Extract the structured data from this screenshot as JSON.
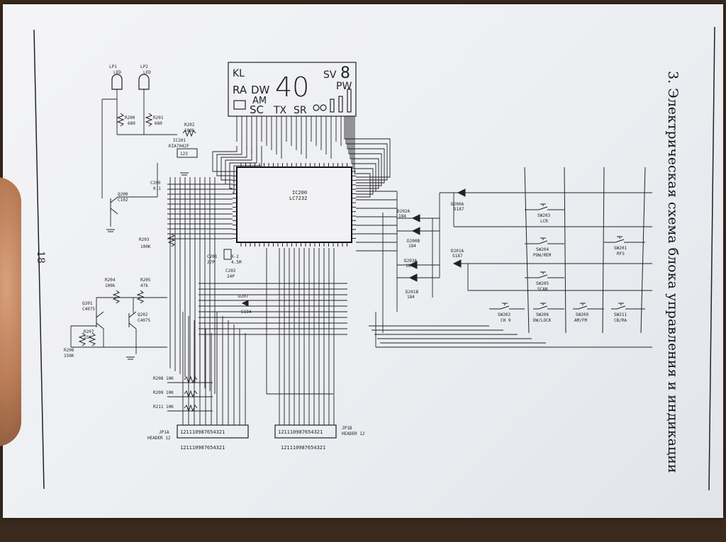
{
  "page": {
    "title": "3. Электрическая схема блока управления и индикации",
    "page_number": "18"
  },
  "lcd": {
    "kl": "KL",
    "ra": "RA",
    "dw": "DW",
    "am": "AM",
    "sc": "SC",
    "tx": "TX",
    "sr": "SR",
    "digits": "40",
    "sv": "SV",
    "eight": "8",
    "pw": "PW"
  },
  "ic": {
    "ic200_ref": "IC200",
    "ic200_part": "LC7232",
    "ic201_ref": "IC201",
    "ic201_part": "KIA7042F",
    "ic201_pins": "123"
  },
  "leds": {
    "lp1": "LP1",
    "lp2": "LP2",
    "led": "LED"
  },
  "resistors": {
    "r200": "R200",
    "r200_val": "680",
    "r201": "R201",
    "r201_val": "680",
    "r202": "R202",
    "r202_val": "100k",
    "r203": "R203",
    "r203_val": "100K",
    "r204": "R204",
    "r204_val": "100k",
    "r205": "R205",
    "r205_val": "47k",
    "r206": "R206",
    "r206_val": "150K",
    "r207": "R207",
    "r207_val": "15K",
    "r208": "R208 10K",
    "r209": "R209 10K",
    "r211": "R211 10K"
  },
  "transistors": {
    "q200": "Q200",
    "q200_part": "C102",
    "q201": "Q201",
    "q201_part": "C4075",
    "q202": "Q202",
    "q202_part": "C4075"
  },
  "caps": {
    "c200": "C200",
    "c200_val": "0.1",
    "c201": "C201",
    "c201_val": "27P",
    "c202": "C202",
    "c202_val": "24P",
    "x1": "X-2",
    "x1_val": "4.5M"
  },
  "diodes": {
    "d200a": "D200A",
    "d200a_part": "S187",
    "d201a": "D201A",
    "d201a_part": "S187",
    "d202a": "D202A",
    "d202a_part": "184",
    "d200b": "D200B",
    "d200b_part": "184",
    "d203a": "D203A",
    "d203a_part": "184",
    "d201b": "D201B",
    "d201b_part": "184",
    "d207": "D207",
    "d207_part": "S184"
  },
  "switches": {
    "sw203": "SW203",
    "sw203_lbl": "LCR",
    "sw201": "SW201",
    "sw201_lbl": "RFS",
    "sw204": "SW204",
    "sw204_lbl": "POW/REM",
    "sw205": "SW205",
    "sw205_lbl": "SCAN",
    "sw202": "SW202",
    "sw202_lbl": "CH 9",
    "sw206": "SW206",
    "sw206_lbl": "DW/LOCK",
    "sw209": "SW209",
    "sw209_lbl": "AM/FM",
    "sw211": "SW211",
    "sw211_lbl": "CB/RA"
  },
  "headers": {
    "jp1a": "JP1A",
    "jp1a_type": "HEADER 12",
    "jp1b": "JP1B",
    "jp1b_type": "HEADER 12",
    "pins": "121110987654321"
  }
}
